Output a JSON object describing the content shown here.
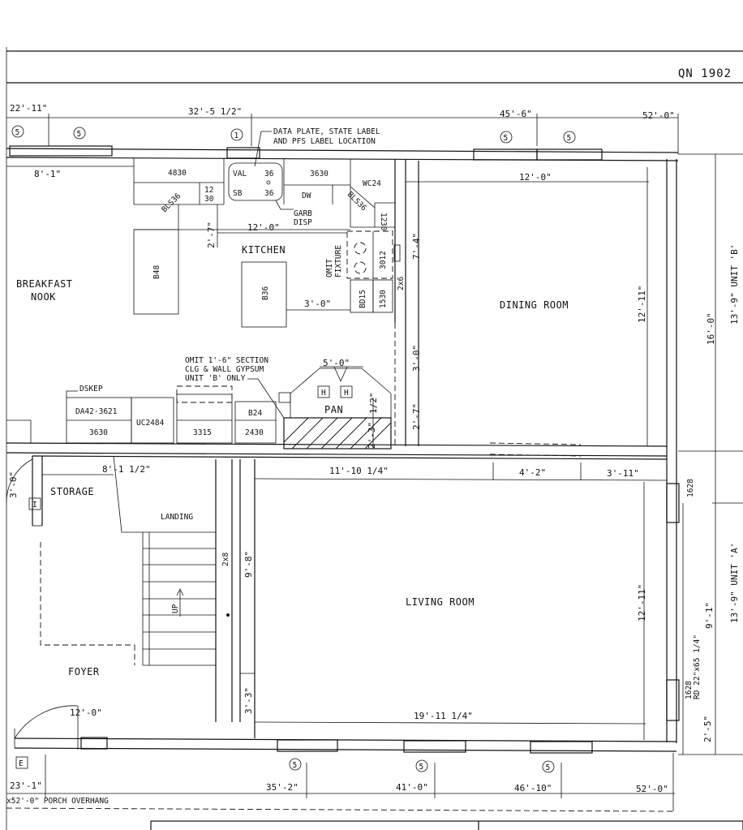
{
  "sheet": {
    "plan_id": "QN 1902"
  },
  "rooms": {
    "kitchen": "KITCHEN",
    "breakfast_line1": "BREAKFAST",
    "breakfast_line2": "NOOK",
    "dining": "DINING ROOM",
    "living": "LIVING ROOM",
    "storage": "STORAGE",
    "foyer": "FOYER",
    "pantry": "PAN",
    "landing": "LANDING",
    "stair_up": "UP"
  },
  "units": {
    "unit_b": "13'-9\" UNIT 'B'",
    "unit_a": "13'-9\" UNIT 'A'"
  },
  "top_dims": [
    "22'-11\"",
    "32'-5 1/2\"",
    "45'-6\"",
    "52'-0\""
  ],
  "bottom_dims": [
    "23'-1\"",
    "35'-2\"",
    "41'-0\"",
    "46'-10\"",
    "52'-0\""
  ],
  "interior_dims": {
    "d8_1": "8'-1\"",
    "d12_0_kitchen": "12'-0\"",
    "d12_0_dining": "12'-0\"",
    "d2_7_kitchen": "2'-7\"",
    "d7_4": "7'-4\"",
    "d3_0_kitchen": "3'-0\"",
    "d12_11_dining": "12'-11\"",
    "d16_0": "16'-0\"",
    "d3_0_pantry": "3'-0\"",
    "d5_0": "5'-0\"",
    "d2_7_pantry": "2'-7\"",
    "d2_3": "2'-3\"",
    "d1_2": "1/2\"",
    "d8_1_half": "8'-1 1/2\"",
    "d11_10": "11'-10 1/4\"",
    "d4_2": "4'-2\"",
    "d3_11": "3'-11\"",
    "d3_0_storage": "3'-0\"",
    "d9_8": "9'-8\"",
    "d12_11_living": "12'-11\"",
    "d9_1": "9'-1\"",
    "d3_3": "3'-3\"",
    "d19_11": "19'-11 1/4\"",
    "d12_0_foyer": "12'-0\"",
    "d2_5": "2'-5\""
  },
  "cabinets": {
    "c4830": "4830",
    "c3630_top": "3630",
    "wc24": "WC24",
    "bls36_left": "BLS36",
    "bls36_right": "BLS36",
    "c12_30_a": "12",
    "c12_30_b": "30",
    "c12_30_c": "12",
    "c12_30_d": "30",
    "dw": "DW",
    "val": "VAL",
    "sb": "SB",
    "n36_a": "36",
    "n36_b": "36",
    "b48": "B48",
    "b36": "B36",
    "c3012": "3012",
    "bd15": "BD15",
    "c1530": "1530",
    "s2x6": "2x6",
    "dskep": "DSKEP",
    "da42": "DA42-3621",
    "c3630_bot": "3630",
    "uc2484": "UC2484",
    "c3315": "3315",
    "b24": "B24",
    "c2430": "2430",
    "s2x8": "2x8",
    "h1": "H",
    "h2": "H",
    "omit_fixture_1": "OMIT",
    "omit_fixture_2": "FIXTURE"
  },
  "notes": {
    "data_plate_1": "DATA PLATE, STATE LABEL",
    "data_plate_2": "AND PFS LABEL LOCATION",
    "garb_1": "GARB",
    "garb_2": "DISP",
    "omit_1": "OMIT 1'-6\" SECTION",
    "omit_2": "CLG & WALL GYPSUM",
    "omit_3": "UNIT 'B' ONLY",
    "porch": "x52'-0\" PORCH OVERHANG",
    "win1628_top": "1628",
    "win1628_bot": "1628",
    "rd": "RD 22\"x65 1/4\""
  },
  "markers": {
    "m5": "5",
    "m1": "1",
    "mI": "I",
    "mE": "E"
  }
}
